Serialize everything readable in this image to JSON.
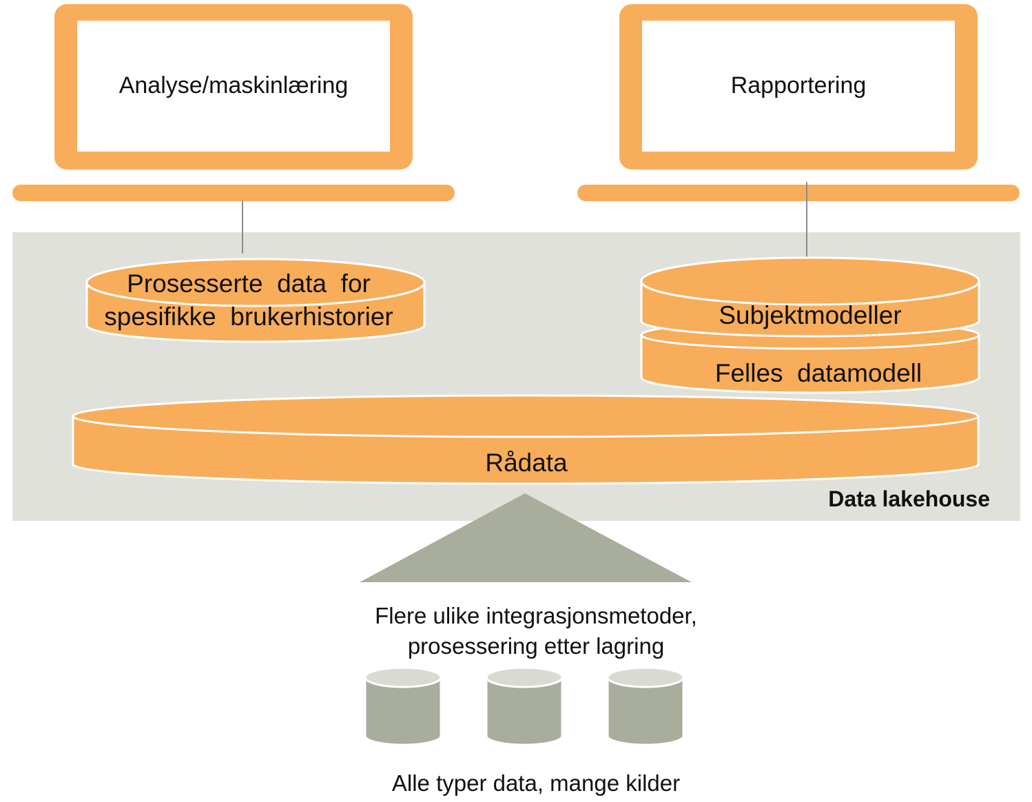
{
  "colors": {
    "orange": "#F8AD5B",
    "orange_edge": "#FFFFFF",
    "lakehouse_bg": "#E1E1DC",
    "gray_green": "#A8AD9C",
    "gray_green_top": "#D9DBD2",
    "connector": "#8A8A8A"
  },
  "laptops": {
    "left": {
      "label": "Analyse/maskinlæring",
      "icon": "laptop-icon"
    },
    "right": {
      "label": "Rapportering",
      "icon": "laptop-icon"
    }
  },
  "lakehouse": {
    "title": "Data lakehouse",
    "processed": {
      "line1": "Prosesserte  data  for",
      "line2": "spesifikke  brukerhistorier"
    },
    "subject_models": "Subjektmodeller",
    "common_model": "Felles  datamodell",
    "raw_data": "Rådata"
  },
  "integration": {
    "line1": "Flere ulike integrasjonsmetoder,",
    "line2": "prosessering etter lagring",
    "icon": "triangle-icon"
  },
  "sources": {
    "label": "Alle typer data, mange kilder",
    "icon": "database-icon",
    "count_visible": 3
  }
}
